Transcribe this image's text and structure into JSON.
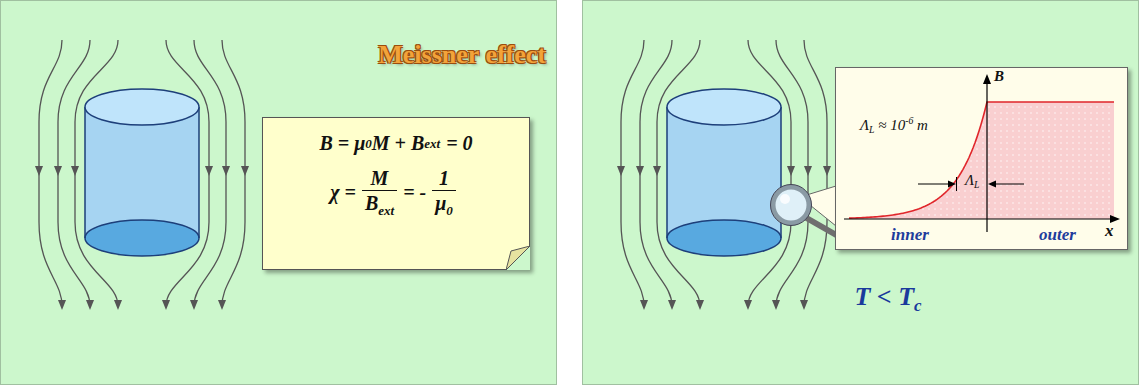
{
  "diagram": {
    "title": "Meissner effect",
    "nodes": [
      {
        "text": [
          "B = μ",
          "0",
          "M + B",
          "ext",
          "= 0",
          "χ =",
          "M",
          "B",
          "ext",
          "= -",
          "1",
          "μ",
          "0"
        ]
      },
      {
        "text": [
          "B",
          "Λ",
          "L",
          "≈ 10",
          "-6",
          "m",
          "Λ",
          "L",
          "inner",
          "outer",
          "x"
        ]
      }
    ],
    "labels": [
      "T < T",
      "c"
    ]
  }
}
